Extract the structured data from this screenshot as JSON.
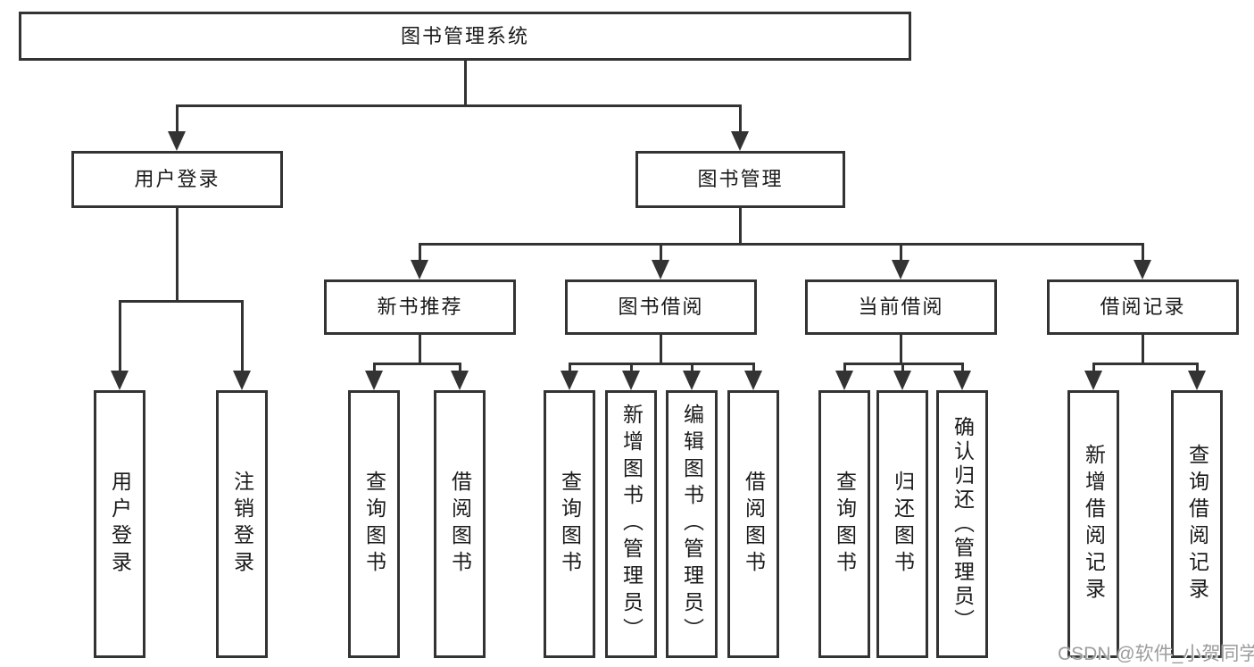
{
  "diagram": {
    "root": {
      "label": "图书管理系统"
    },
    "level2": [
      {
        "label": "用户登录"
      },
      {
        "label": "图书管理"
      }
    ],
    "level3": [
      {
        "label": "新书推荐"
      },
      {
        "label": "图书借阅"
      },
      {
        "label": "当前借阅"
      },
      {
        "label": "借阅记录"
      }
    ],
    "leaves": [
      {
        "label": "用户登录"
      },
      {
        "label": "注销登录"
      },
      {
        "label": "查询图书"
      },
      {
        "label": "借阅图书"
      },
      {
        "label": "查询图书"
      },
      {
        "label": "新增图书（管理员）"
      },
      {
        "label": "编辑图书（管理员）"
      },
      {
        "label": "借阅图书"
      },
      {
        "label": "查询图书"
      },
      {
        "label": "归还图书"
      },
      {
        "label": "确认归还（管理员）"
      },
      {
        "label": "新增借阅记录"
      },
      {
        "label": "查询借阅记录"
      }
    ]
  },
  "watermark": {
    "text": "CSDN @软件_小贺同学"
  },
  "colors": {
    "line": "#333333",
    "background": "#ffffff",
    "text": "#1a1a1a",
    "watermark": "#9c9c9c"
  }
}
